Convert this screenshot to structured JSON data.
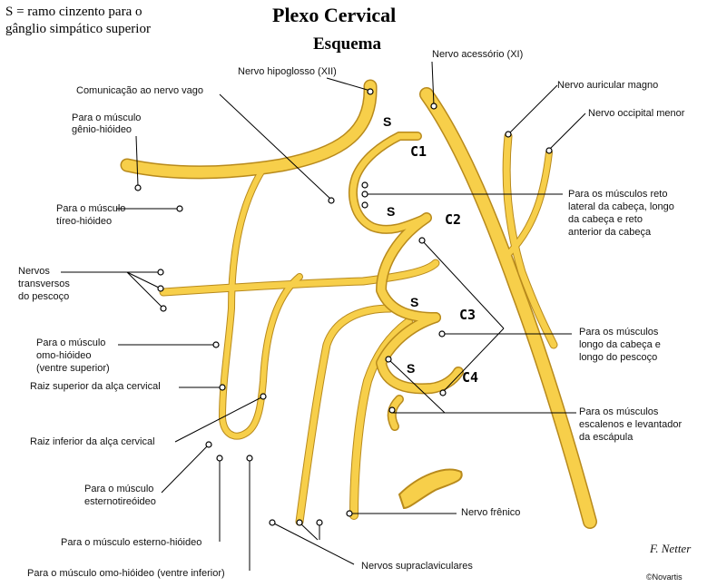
{
  "title": "Plexo Cervical",
  "subtitle": "Esquema",
  "legend": {
    "line1": "S = ramo cinzento para o",
    "line2": "gânglio simpático superior"
  },
  "segments": {
    "c1": "C1",
    "c2": "C2",
    "c3": "C3",
    "c4": "C4",
    "s": "S"
  },
  "labels": {
    "hipoglosso": "Nervo hipoglosso (XII)",
    "vago": "Comunicação ao nervo vago",
    "genio_1": "Para o músculo",
    "genio_2": "gênio-hióideo",
    "tireo_1": "Para o músculo",
    "tireo_2": "tíreo-hióideo",
    "transv_1": "Nervos",
    "transv_2": "transversos",
    "transv_3": "do pescoço",
    "omo_sup_1": "Para o músculo",
    "omo_sup_2": "omo-hióideo",
    "omo_sup_3": "(ventre superior)",
    "raiz_sup": "Raiz superior da alça cervical",
    "raiz_inf": "Raiz inferior da alça cervical",
    "esternotir_1": "Para o músculo",
    "esternotir_2": "esternotireóideo",
    "esterno_hio": "Para o músculo esterno-hióideo",
    "omo_inf": "Para o músculo omo-hióideo (ventre inferior)",
    "acessorio": "Nervo acessório (XI)",
    "auricular": "Nervo auricular magno",
    "occipital": "Nervo occipital menor",
    "reto_1": "Para os músculos reto",
    "reto_2": "lateral da cabeça, longo",
    "reto_3": "da cabeça e reto",
    "reto_4": "anterior da cabeça",
    "longo_1": "Para os músculos",
    "longo_2": "longo da cabeça e",
    "longo_3": "longo do pescoço",
    "escal_1": "Para os músculos",
    "escal_2": "escalenos e levantador",
    "escal_3": "da escápula",
    "frenico": "Nervo frênico",
    "supraclav": "Nervos supraclaviculares"
  },
  "signature": {
    "name": "F. Netter",
    "copyright": "©Novartis"
  },
  "colors": {
    "nerve_fill": "#f7cf4a",
    "nerve_edge": "#b88a1c",
    "bone": "#e8e8e0",
    "line": "#000000"
  }
}
